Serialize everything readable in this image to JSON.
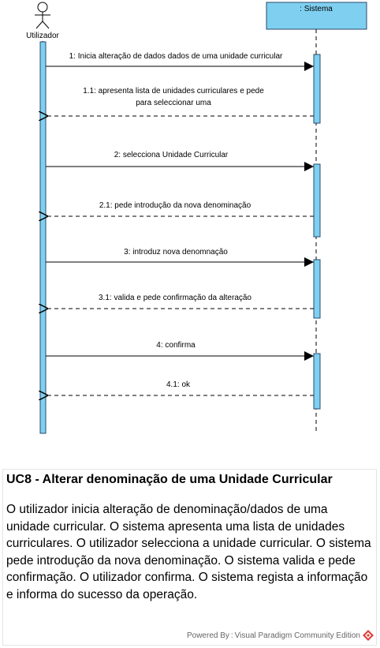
{
  "actor": {
    "label": "Utilizador"
  },
  "system": {
    "label": ": Sistema"
  },
  "messages": [
    {
      "id": "m1",
      "lines": [
        "1: Inicia alteração de dados dados de uma unidade curricular"
      ],
      "kind": "call"
    },
    {
      "id": "m1_1",
      "lines": [
        "1.1: apresenta lista de unidades curriculares e pede",
        "para seleccionar uma"
      ],
      "kind": "return"
    },
    {
      "id": "m2",
      "lines": [
        "2: selecciona Unidade Curricular"
      ],
      "kind": "call"
    },
    {
      "id": "m2_1",
      "lines": [
        "2.1: pede introdução da nova denominação"
      ],
      "kind": "return"
    },
    {
      "id": "m3",
      "lines": [
        "3: introduz nova denomnação"
      ],
      "kind": "call"
    },
    {
      "id": "m3_1",
      "lines": [
        "3.1: valida e pede confirmação da alteração"
      ],
      "kind": "return"
    },
    {
      "id": "m4",
      "lines": [
        "4: confirma"
      ],
      "kind": "call"
    },
    {
      "id": "m4_1",
      "lines": [
        "4.1: ok"
      ],
      "kind": "return"
    }
  ],
  "note": {
    "title": "UC8 - Alterar denominação de uma Unidade Curricular",
    "body": "O utilizador inicia alteração de denominação/dados de uma unidade curricular. O sistema apresenta uma lista de unidades curriculares. O utilizador selecciona a unidade curricular. O sistema pede introdução da nova denominação. O sistema valida e pede confirmação. O utilizador confirma.  O sistema regista a informação e informa do sucesso da operação."
  },
  "watermark": {
    "text": "Powered By : Visual Paradigm Community Edition"
  },
  "colors": {
    "activation": "#7fd0f0",
    "activation_border": "#2a4a6a",
    "logo": "#e0403a"
  }
}
